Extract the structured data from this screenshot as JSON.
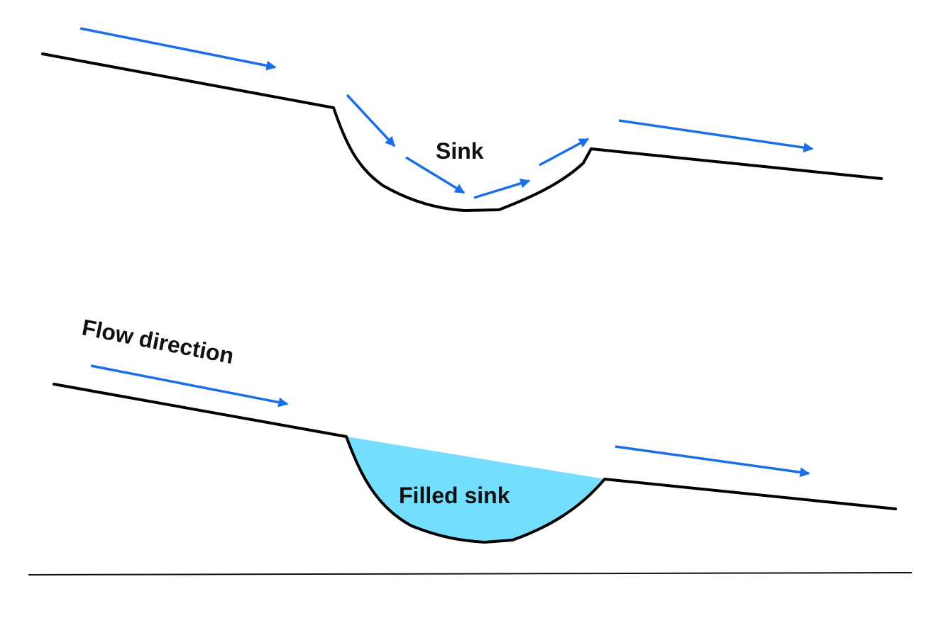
{
  "colors": {
    "terrain": "#000000",
    "flow_arrow": "#1a6fe8",
    "water_fill": "#74dffc",
    "baseline": "#111111"
  },
  "labels": {
    "sink": "Sink",
    "flow_direction": "Flow direction",
    "filled_sink": "Filled sink"
  }
}
